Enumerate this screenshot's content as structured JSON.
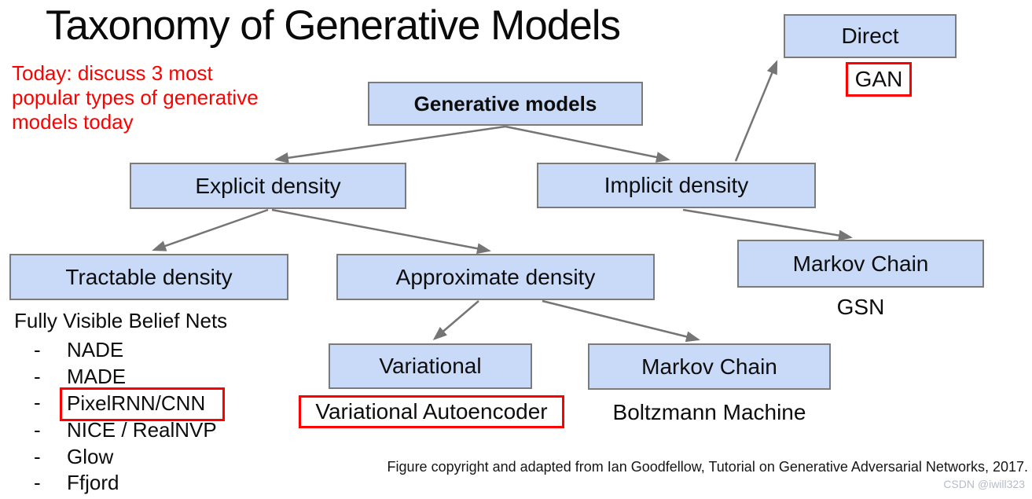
{
  "title": "Taxonomy of Generative Models",
  "note_lines": [
    "Today: discuss 3 most",
    "popular types of generative",
    "models today"
  ],
  "nodes": {
    "generative": {
      "label": "Generative models"
    },
    "direct": {
      "label": "Direct"
    },
    "explicit": {
      "label": "Explicit density"
    },
    "implicit": {
      "label": "Implicit density"
    },
    "tractable": {
      "label": "Tractable density"
    },
    "approximate": {
      "label": "Approximate density"
    },
    "variational": {
      "label": "Variational"
    },
    "markov_mid": {
      "label": "Markov Chain"
    },
    "markov_right": {
      "label": "Markov Chain"
    }
  },
  "annotations": {
    "gan": "GAN",
    "gsn": "GSN",
    "vae": "Variational Autoencoder",
    "boltzmann": "Boltzmann Machine"
  },
  "fvbn_list": {
    "header": "Fully Visible Belief Nets",
    "bullet": "-",
    "items": [
      {
        "label": "NADE",
        "highlighted": false
      },
      {
        "label": "MADE",
        "highlighted": false
      },
      {
        "label": "PixelRNN/CNN",
        "highlighted": true
      },
      {
        "label": "NICE / RealNVP",
        "highlighted": false
      },
      {
        "label": "Glow",
        "highlighted": false
      },
      {
        "label": "Ffjord",
        "highlighted": false
      }
    ]
  },
  "footer": "Figure copyright and adapted from Ian Goodfellow, Tutorial on Generative Adversarial Networks, 2017.",
  "watermark": "CSDN @iwill323",
  "colors": {
    "box_fill": "#c9daf8",
    "box_border": "#7b7b7b",
    "arrow": "#757575",
    "highlight": "#ff0000",
    "note": "#ff0000",
    "watermark": "#b6bcc8"
  }
}
